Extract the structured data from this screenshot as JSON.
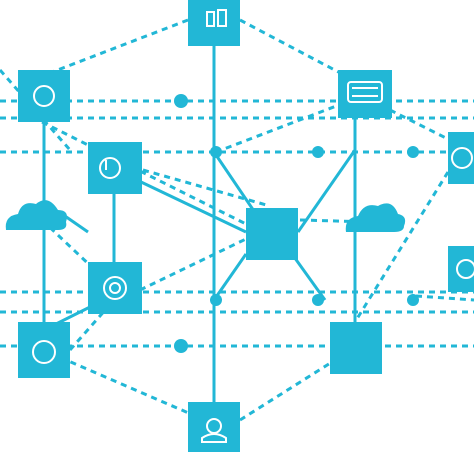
{
  "diagram": {
    "colors": {
      "node_fill": "#22b7d6",
      "line": "#22b7d6",
      "icon_stroke": "#ffffff",
      "background": "#ffffff"
    },
    "nodes": [
      {
        "id": "top-node",
        "icon": "document-icon"
      },
      {
        "id": "upper-left-node",
        "icon": "circle-icon"
      },
      {
        "id": "upper-right-node",
        "icon": "tray-icon"
      },
      {
        "id": "middle-left-node",
        "icon": "chat-bubble-icon"
      },
      {
        "id": "right-edge-node",
        "icon": "circle-icon"
      },
      {
        "id": "center-hub-node",
        "icon": "none"
      },
      {
        "id": "lower-left-node",
        "icon": "circle-icon"
      },
      {
        "id": "bottom-left-node",
        "icon": "circle-icon"
      },
      {
        "id": "lower-right-node",
        "icon": "none"
      },
      {
        "id": "bottom-node",
        "icon": "user-icon"
      }
    ],
    "clouds": [
      {
        "id": "left-cloud",
        "icon": "cloud-icon"
      },
      {
        "id": "right-cloud",
        "icon": "cloud-icon"
      }
    ]
  }
}
